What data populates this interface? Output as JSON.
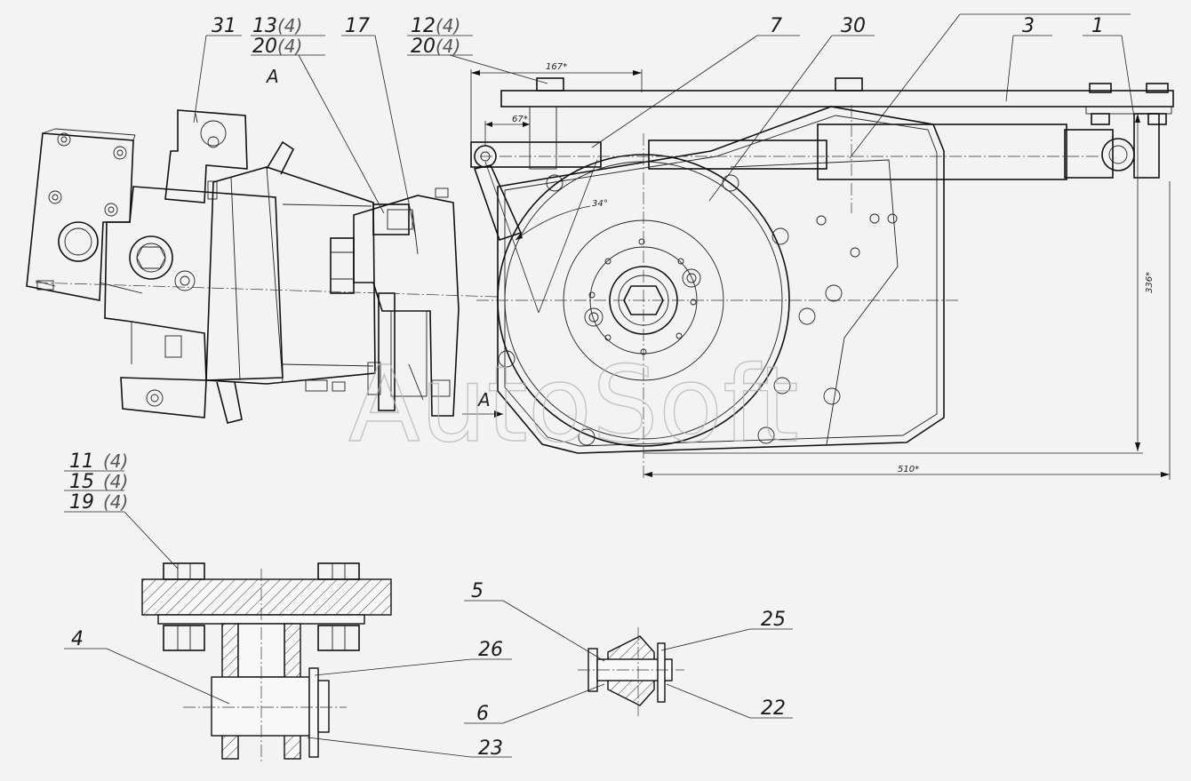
{
  "watermark": "AutoSoft",
  "view_marks": {
    "a_top": "A",
    "a_arrow": "A"
  },
  "dimensions": {
    "d167": "167*",
    "d67": "67*",
    "d34": "34°",
    "d336": "336*",
    "d510": "510*"
  },
  "callouts": {
    "c31": "31",
    "c13": "13",
    "c13q": "(4)",
    "c20a": "20",
    "c20aq": "(4)",
    "c17": "17",
    "c12": "12",
    "c12q": "(4)",
    "c20b": "20",
    "c20bq": "(4)",
    "c7": "7",
    "c30": "30",
    "c3": "3",
    "c1": "1",
    "c11": "11",
    "c11q": "(4)",
    "c15": "15",
    "c15q": "(4)",
    "c19": "19",
    "c19q": "(4)",
    "c4": "4",
    "c26": "26",
    "c23": "23",
    "c5": "5",
    "c6": "6",
    "c25": "25",
    "c22": "22"
  }
}
